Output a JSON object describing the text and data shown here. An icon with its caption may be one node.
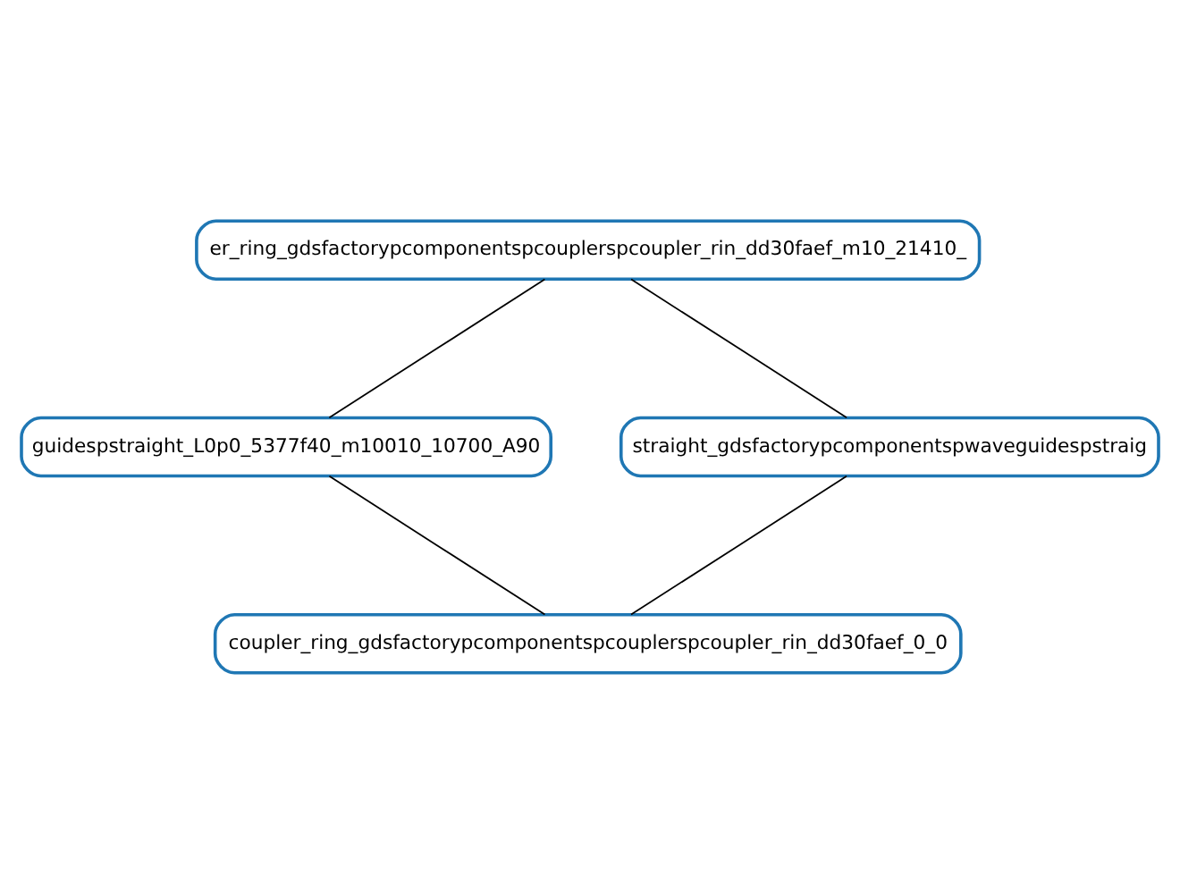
{
  "diagram": {
    "nodes": [
      {
        "text": [
          "er_ring_gdsfactorypcomponentspcouplerspcoupler_rin_dd30faef_m10_21410_"
        ]
      },
      {
        "text": [
          "guidespstraight_L0p0_5377f40_m10010_10700_A90"
        ]
      },
      {
        "text": [
          "straight_gdsfactorypcomponentspwaveguidespstraig"
        ]
      },
      {
        "text": [
          "coupler_ring_gdsfactorypcomponentspcouplerspcoupler_rin_dd30faef_0_0"
        ]
      }
    ],
    "edges": [
      {
        "from": 0,
        "to": 1,
        "arrow": "none"
      },
      {
        "from": 0,
        "to": 2,
        "arrow": "none"
      },
      {
        "from": 1,
        "to": 3,
        "arrow": "none"
      },
      {
        "from": 2,
        "to": 3,
        "arrow": "none"
      }
    ]
  }
}
